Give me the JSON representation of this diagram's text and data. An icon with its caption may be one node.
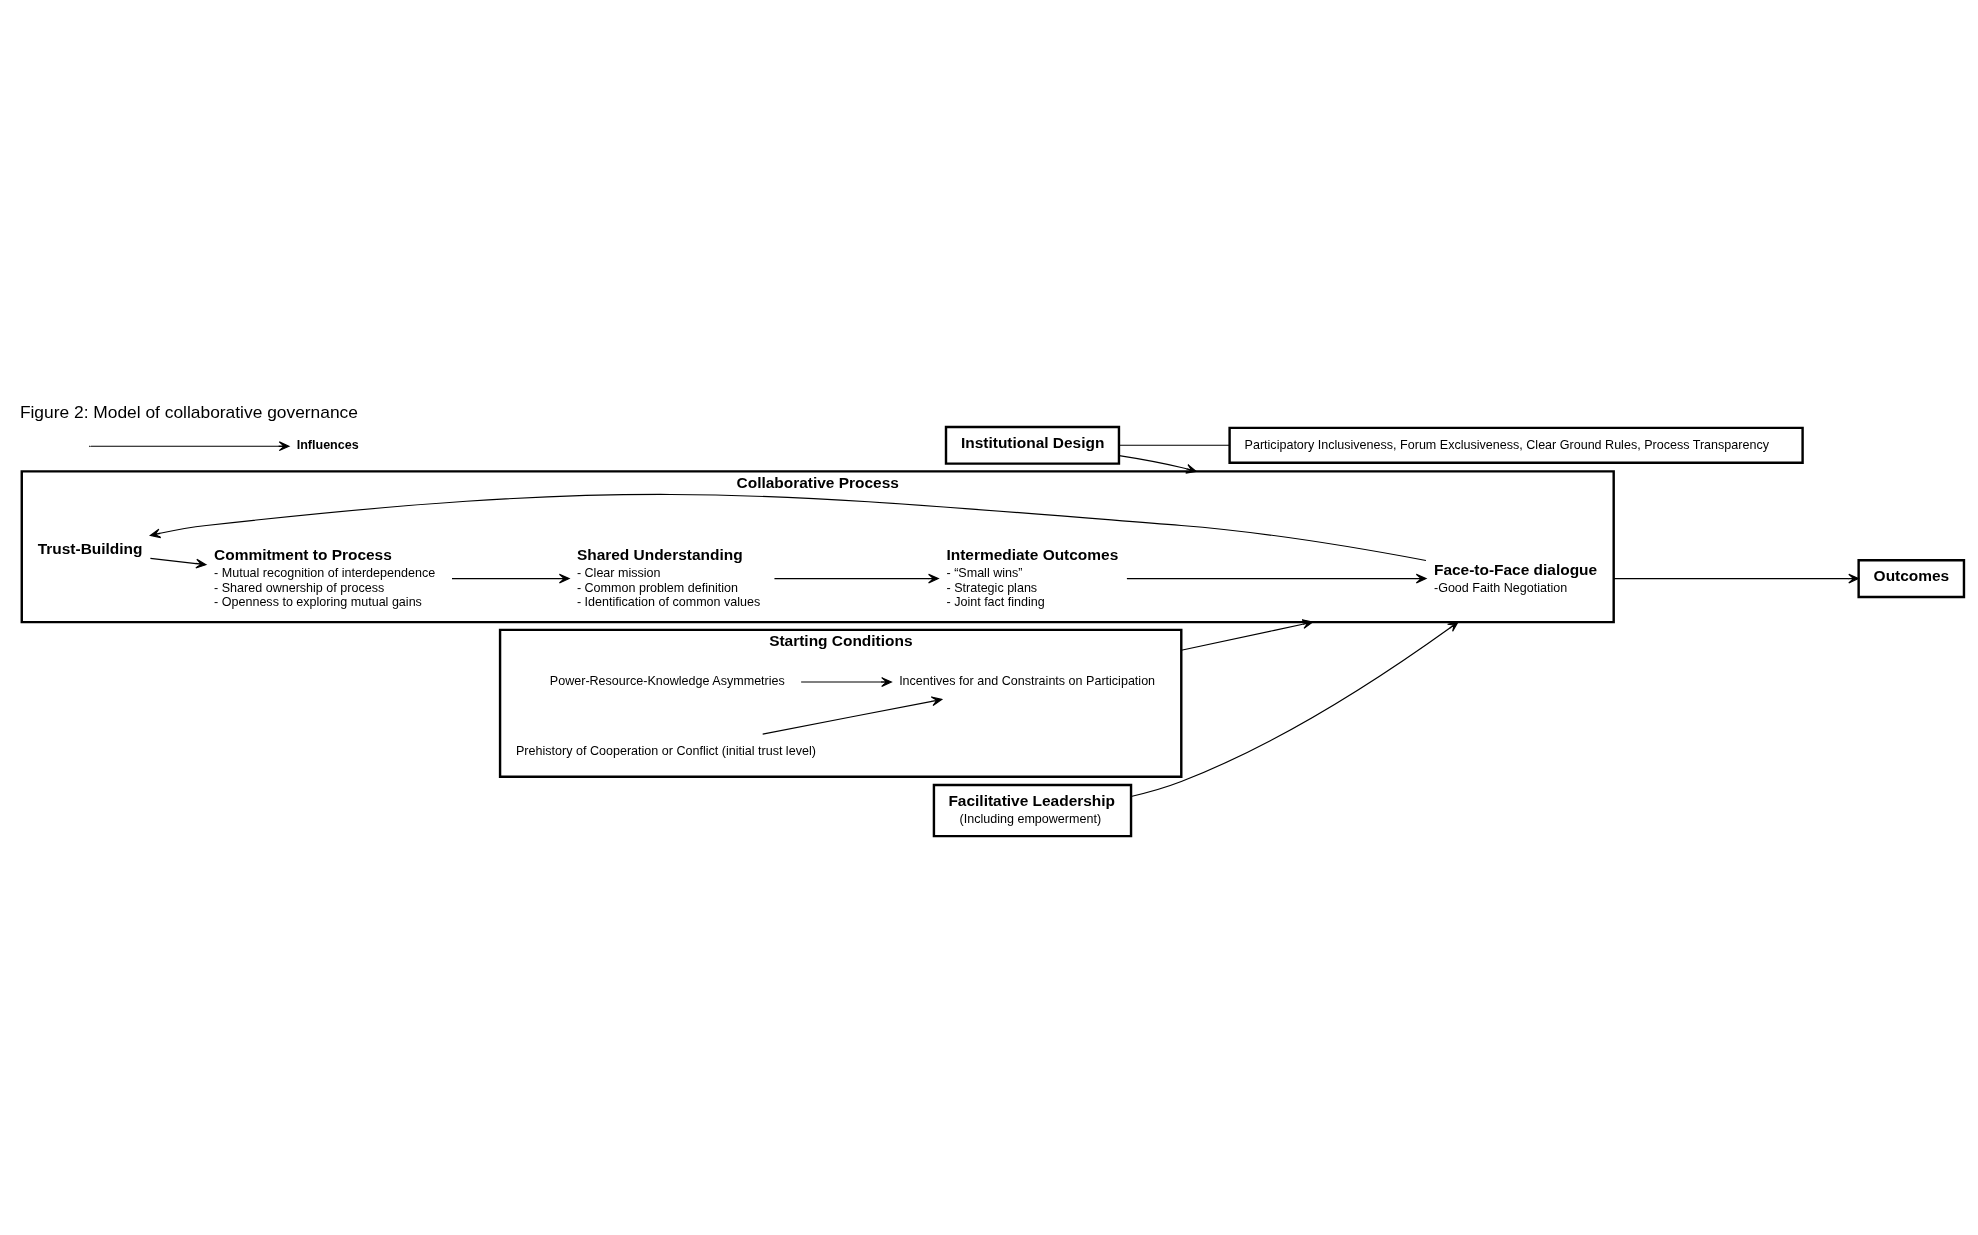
{
  "diagram": {
    "title": "Figure 2: Model of collaborative governance",
    "nodes": [
      {
        "text": [
          "Institutional Design"
        ]
      },
      {
        "text": [
          "Participatory Inclusiveness, Forum Exclusiveness, Clear Ground Rules, Process Transparency"
        ]
      },
      {
        "text": [
          "Starting Conditions"
        ]
      },
      {
        "text": [
          "Power-Resource-Knowledge Asymmetries"
        ],
        "in": 2
      },
      {
        "text": [
          "Incentives for and Constraints on Participation"
        ],
        "in": 2
      },
      {
        "text": [
          "Prehistory of Cooperation or Conflict (initial trust level)"
        ],
        "in": 2
      },
      {
        "text": [
          "Collaborative Process"
        ]
      },
      {
        "text": [
          "Trust-Building"
        ],
        "in": 6
      },
      {
        "text": [
          "Commitment to Process",
          "- Mutual recognition of interdependence",
          "- Shared ownership of process",
          "- Openness to exploring mutual gains"
        ],
        "in": 6
      },
      {
        "text": [
          "Face-to-Face dialogue",
          "-Good Faith Negotiation"
        ],
        "in": 6
      },
      {
        "text": [
          "Intermediate Outcomes",
          "- “Small wins”",
          "- Strategic plans",
          "- Joint fact finding"
        ],
        "in": 6
      },
      {
        "text": [
          "Shared Understanding",
          "- Clear mission",
          "- Common problem definition",
          "- Identification of common values"
        ],
        "in": 6
      },
      {
        "text": [
          "Outcomes"
        ]
      },
      {
        "text": [
          "Facilitative Leadership",
          "(Including empowerment)"
        ]
      }
    ],
    "edges": [
      {
        "from": 0,
        "to": 1,
        "arrow": "none"
      },
      {
        "from": 0,
        "to": 6,
        "arrow": "to"
      },
      {
        "from": 3,
        "to": 4,
        "arrow": "to"
      },
      {
        "from": 5,
        "to": 4,
        "arrow": "to"
      },
      {
        "from": 2,
        "to": 6,
        "arrow": "to"
      },
      {
        "from": 9,
        "to": 7,
        "arrow": "to"
      },
      {
        "from": 7,
        "to": 8,
        "arrow": "to"
      },
      {
        "from": 8,
        "to": 11,
        "arrow": "to"
      },
      {
        "from": 11,
        "to": 10,
        "arrow": "to"
      },
      {
        "from": 10,
        "to": 9,
        "arrow": "to"
      },
      {
        "from": 6,
        "to": 12,
        "arrow": "to"
      },
      {
        "from": 13,
        "to": 6,
        "arrow": "to"
      }
    ],
    "legend": [
      {
        "text": "Influences"
      }
    ]
  }
}
